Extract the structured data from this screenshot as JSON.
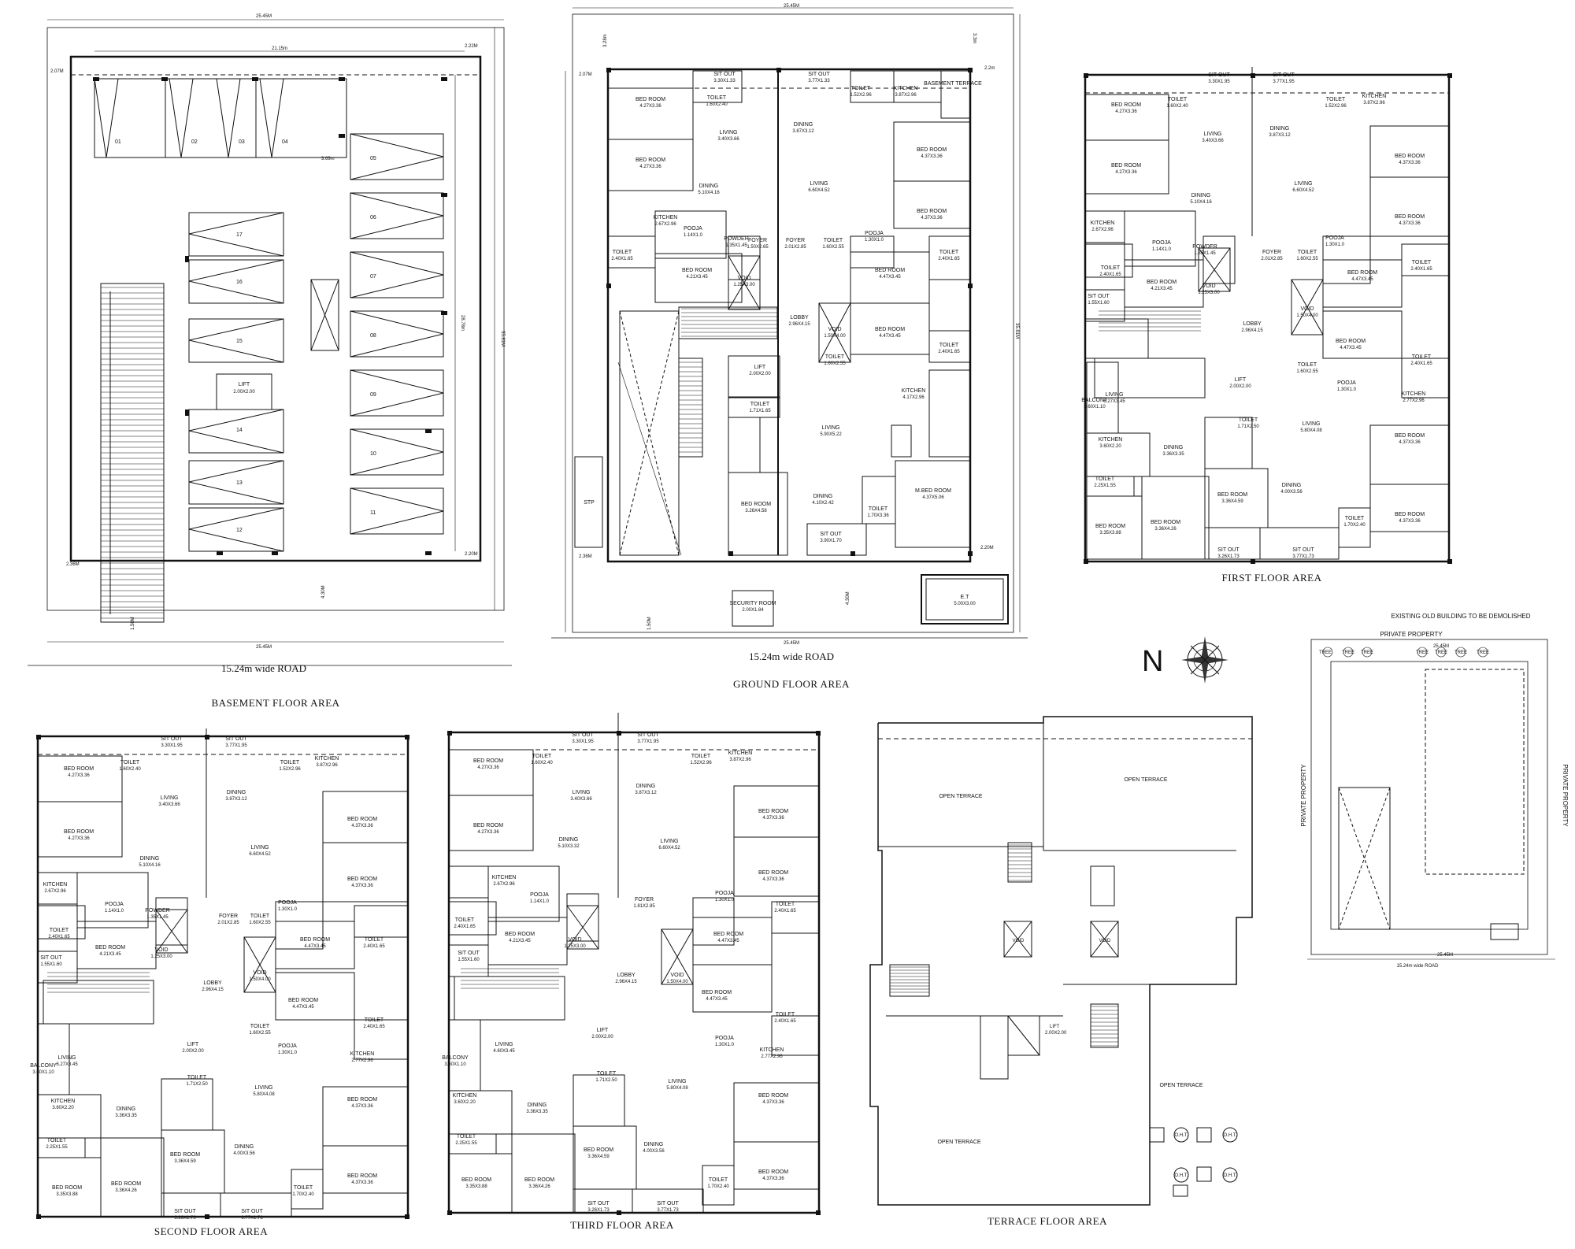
{
  "north_label": "N",
  "titles": {
    "basement": "BASEMENT FLOOR AREA",
    "ground": "GROUND FLOOR AREA",
    "first": "FIRST FLOOR AREA",
    "second": "SECOND FLOOR AREA",
    "third": "THIRD FLOOR AREA",
    "terrace": "TERRACE FLOOR AREA"
  },
  "roads": {
    "basement": "15.24m wide ROAD",
    "ground": "15.24m wide ROAD",
    "site": "15.24m wide ROAD"
  },
  "site_plan": {
    "note": "EXISTING OLD BUILDING TO BE DEMOLISHED",
    "top": "PRIVATE PROPERTY",
    "left": "PRIVATE PROPERTY",
    "right": "PRIVATE PROPERTY",
    "dim_top": "25.45M",
    "dim_bottom": "25.45M",
    "trees": [
      "TREE",
      "TREE",
      "TREE",
      "TREE",
      "TREE",
      "TREE",
      "TREE"
    ]
  },
  "basement": {
    "dims": [
      "25.45M",
      "21.15m",
      "2.07M",
      "2.22M",
      "35.81M",
      "28.78m",
      "2.36M",
      "2.20M",
      "4.30M",
      "25.45M",
      "3.69m",
      "1.50M"
    ],
    "parking_slots": [
      "01",
      "02",
      "03",
      "04",
      "05",
      "06",
      "07",
      "08",
      "09",
      "10",
      "11",
      "12",
      "13",
      "14",
      "15",
      "16",
      "17"
    ],
    "lift": "LIFT",
    "lift_size": "2.00X2.00"
  },
  "ground": {
    "dims": [
      "25.45M",
      "3.28m",
      "3.3m",
      "2.07M",
      "2.2m",
      "35.81M",
      "2.36M",
      "2.20M",
      "4.30M",
      "1.50M",
      "25.45M"
    ],
    "rooms": [
      {
        "name": "SIT OUT",
        "size": "3.30X1.33"
      },
      {
        "name": "SIT OUT",
        "size": "3.77X1.33"
      },
      {
        "name": "BED ROOM",
        "size": "4.27X3.36"
      },
      {
        "name": "TOILET",
        "size": "1.60X2.40"
      },
      {
        "name": "LIVING",
        "size": "3.40X3.66"
      },
      {
        "name": "DINING",
        "size": "3.87X3.12"
      },
      {
        "name": "TOILET",
        "size": "1.52X2.96"
      },
      {
        "name": "KITCHEN",
        "size": "3.87X2.96"
      },
      {
        "name": "BASEMENT TERRACE",
        "size": ""
      },
      {
        "name": "BED ROOM",
        "size": "4.27X3.36"
      },
      {
        "name": "DINING",
        "size": "5.10X4.16"
      },
      {
        "name": "LIVING",
        "size": "6.60X4.52"
      },
      {
        "name": "BED ROOM",
        "size": "4.37X3.36"
      },
      {
        "name": "BED ROOM",
        "size": "4.37X3.36"
      },
      {
        "name": "KITCHEN",
        "size": "2.67X2.96"
      },
      {
        "name": "POOJA",
        "size": "1.14X1.0"
      },
      {
        "name": "POWDER",
        "size": "1.35X1.45"
      },
      {
        "name": "FOYER",
        "size": "1.50X2.65"
      },
      {
        "name": "FOYER",
        "size": "2.01X2.85"
      },
      {
        "name": "TOILET",
        "size": "1.60X2.55"
      },
      {
        "name": "POOJA",
        "size": "1.30X1.0"
      },
      {
        "name": "TOILET",
        "size": "2.40X1.65"
      },
      {
        "name": "TOILET",
        "size": "2.40X1.65"
      },
      {
        "name": "BED ROOM",
        "size": "4.21X3.45"
      },
      {
        "name": "VOID",
        "size": "1.25X3.00"
      },
      {
        "name": "BED ROOM",
        "size": "4.47X3.45"
      },
      {
        "name": "LOBBY",
        "size": "2.96X4.15"
      },
      {
        "name": "VOID",
        "size": "1.50X4.00"
      },
      {
        "name": "BED ROOM",
        "size": "4.47X3.45"
      },
      {
        "name": "TOILET",
        "size": "2.40X1.65"
      },
      {
        "name": "TOILET",
        "size": "1.60X2.55"
      },
      {
        "name": "LIFT",
        "size": "2.00X2.00"
      },
      {
        "name": "TOILET",
        "size": "1.71X1.65"
      },
      {
        "name": "KITCHEN",
        "size": "4.17X2.96"
      },
      {
        "name": "LIVING",
        "size": "5.90X5.22"
      },
      {
        "name": "DINING",
        "size": "4.10X2.42"
      },
      {
        "name": "BED ROOM",
        "size": "3.26X4.58"
      },
      {
        "name": "TOILET",
        "size": "1.70X3.36"
      },
      {
        "name": "M.BED ROOM",
        "size": "4.37X5.06"
      },
      {
        "name": "SIT OUT",
        "size": "3.90X1.70"
      },
      {
        "name": "STP",
        "size": ""
      },
      {
        "name": "SECURITY ROOM",
        "size": "2.00X1.84"
      },
      {
        "name": "E.T",
        "size": "5.00X3.00"
      }
    ]
  },
  "first": {
    "rooms": [
      {
        "name": "SIT OUT",
        "size": "3.30X1.95"
      },
      {
        "name": "SIT OUT",
        "size": "3.77X1.95"
      },
      {
        "name": "BED ROOM",
        "size": "4.27X3.36"
      },
      {
        "name": "TOILET",
        "size": "1.60X2.40"
      },
      {
        "name": "TOILET",
        "size": "1.52X2.96"
      },
      {
        "name": "KITCHEN",
        "size": "3.87X2.96"
      },
      {
        "name": "LIVING",
        "size": "3.40X3.66"
      },
      {
        "name": "DINING",
        "size": "3.87X3.12"
      },
      {
        "name": "BED ROOM",
        "size": "4.27X3.36"
      },
      {
        "name": "LIVING",
        "size": "6.60X4.52"
      },
      {
        "name": "BED ROOM",
        "size": "4.37X3.36"
      },
      {
        "name": "DINING",
        "size": "5.10X4.16"
      },
      {
        "name": "BED ROOM",
        "size": "4.37X3.36"
      },
      {
        "name": "KITCHEN",
        "size": "2.67X2.96"
      },
      {
        "name": "POOJA",
        "size": "1.14X1.0"
      },
      {
        "name": "POWDER",
        "size": "1.35X1.45"
      },
      {
        "name": "FOYER",
        "size": "2.01X2.85"
      },
      {
        "name": "TOILET",
        "size": "1.60X2.55"
      },
      {
        "name": "POOJA",
        "size": "1.30X1.0"
      },
      {
        "name": "TOILET",
        "size": "2.40X1.65"
      },
      {
        "name": "TOILET",
        "size": "2.40X1.65"
      },
      {
        "name": "BED ROOM",
        "size": "4.21X3.45"
      },
      {
        "name": "VOID",
        "size": "1.25X3.00"
      },
      {
        "name": "BED ROOM",
        "size": "4.47X3.45"
      },
      {
        "name": "SIT OUT",
        "size": "1.55X1.60"
      },
      {
        "name": "LOBBY",
        "size": "2.96X4.15"
      },
      {
        "name": "VOID",
        "size": "1.50X4.00"
      },
      {
        "name": "BED ROOM",
        "size": "4.47X3.45"
      },
      {
        "name": "TOILET",
        "size": "1.60X2.55"
      },
      {
        "name": "TOILET",
        "size": "2.40X1.65"
      },
      {
        "name": "LIVING",
        "size": "6.27X3.45"
      },
      {
        "name": "LIFT",
        "size": "2.00X2.00"
      },
      {
        "name": "POOJA",
        "size": "1.30X1.0"
      },
      {
        "name": "KITCHEN",
        "size": "2.77X2.96"
      },
      {
        "name": "BALCONY",
        "size": "3.60X1.10"
      },
      {
        "name": "TOILET",
        "size": "1.71X2.50"
      },
      {
        "name": "KITCHEN",
        "size": "3.60X2.20"
      },
      {
        "name": "DINING",
        "size": "3.36X3.35"
      },
      {
        "name": "LIVING",
        "size": "5.80X4.08"
      },
      {
        "name": "BED ROOM",
        "size": "4.37X3.36"
      },
      {
        "name": "TOILET",
        "size": "2.25X1.55"
      },
      {
        "name": "BED ROOM",
        "size": "3.36X4.59"
      },
      {
        "name": "DINING",
        "size": "4.00X3.56"
      },
      {
        "name": "BED ROOM",
        "size": "3.35X3.88"
      },
      {
        "name": "BED ROOM",
        "size": "3.36X4.26"
      },
      {
        "name": "TOILET",
        "size": "1.70X2.40"
      },
      {
        "name": "BED ROOM",
        "size": "4.37X3.36"
      },
      {
        "name": "SIT OUT",
        "size": "3.26X1.73"
      },
      {
        "name": "SIT OUT",
        "size": "3.77X1.73"
      }
    ]
  },
  "second": {
    "rooms": [
      {
        "name": "SIT OUT",
        "size": "3.30X1.95"
      },
      {
        "name": "SIT OUT",
        "size": "3.77X1.95"
      },
      {
        "name": "BED ROOM",
        "size": "4.27X3.36"
      },
      {
        "name": "TOILET",
        "size": "1.60X2.40"
      },
      {
        "name": "TOILET",
        "size": "1.52X2.96"
      },
      {
        "name": "KITCHEN",
        "size": "3.87X2.96"
      },
      {
        "name": "LIVING",
        "size": "3.40X3.66"
      },
      {
        "name": "DINING",
        "size": "3.87X3.12"
      },
      {
        "name": "BED ROOM",
        "size": "4.27X3.36"
      },
      {
        "name": "LIVING",
        "size": "6.60X4.52"
      },
      {
        "name": "BED ROOM",
        "size": "4.37X3.36"
      },
      {
        "name": "DINING",
        "size": "5.10X4.16"
      },
      {
        "name": "BED ROOM",
        "size": "4.37X3.36"
      },
      {
        "name": "KITCHEN",
        "size": "2.67X2.96"
      },
      {
        "name": "POOJA",
        "size": "1.14X1.0"
      },
      {
        "name": "POWDER",
        "size": "1.35X1.45"
      },
      {
        "name": "FOYER",
        "size": "2.01X2.85"
      },
      {
        "name": "TOILET",
        "size": "1.60X2.55"
      },
      {
        "name": "POOJA",
        "size": "1.30X1.0"
      },
      {
        "name": "TOILET",
        "size": "2.40X1.65"
      },
      {
        "name": "BED ROOM",
        "size": "4.21X3.45"
      },
      {
        "name": "VOID",
        "size": "1.25X3.00"
      },
      {
        "name": "BED ROOM",
        "size": "4.47X3.45"
      },
      {
        "name": "TOILET",
        "size": "2.40X1.65"
      },
      {
        "name": "SIT OUT",
        "size": "1.55X1.60"
      },
      {
        "name": "LOBBY",
        "size": "2.96X4.15"
      },
      {
        "name": "VOID",
        "size": "1.50X4.00"
      },
      {
        "name": "BED ROOM",
        "size": "4.47X3.45"
      },
      {
        "name": "TOILET",
        "size": "1.60X2.55"
      },
      {
        "name": "TOILET",
        "size": "2.40X1.65"
      },
      {
        "name": "LIVING",
        "size": "6.27X3.45"
      },
      {
        "name": "LIFT",
        "size": "2.00X2.00"
      },
      {
        "name": "POOJA",
        "size": "1.30X1.0"
      },
      {
        "name": "KITCHEN",
        "size": "2.77X2.96"
      },
      {
        "name": "BALCONY",
        "size": "3.60X1.10"
      },
      {
        "name": "TOILET",
        "size": "1.71X2.50"
      },
      {
        "name": "KITCHEN",
        "size": "3.60X2.20"
      },
      {
        "name": "DINING",
        "size": "3.36X3.35"
      },
      {
        "name": "LIVING",
        "size": "5.80X4.08"
      },
      {
        "name": "BED ROOM",
        "size": "4.37X3.36"
      },
      {
        "name": "TOILET",
        "size": "2.25X1.55"
      },
      {
        "name": "BED ROOM",
        "size": "3.36X4.59"
      },
      {
        "name": "DINING",
        "size": "4.00X3.56"
      },
      {
        "name": "BED ROOM",
        "size": "3.35X3.88"
      },
      {
        "name": "BED ROOM",
        "size": "3.36X4.26"
      },
      {
        "name": "TOILET",
        "size": "1.70X2.40"
      },
      {
        "name": "BED ROOM",
        "size": "4.37X3.36"
      },
      {
        "name": "SIT OUT",
        "size": "3.26X1.73"
      },
      {
        "name": "SIT OUT",
        "size": "3.77X1.73"
      }
    ]
  },
  "third": {
    "rooms": [
      {
        "name": "SIT OUT",
        "size": "3.30X1.95"
      },
      {
        "name": "SIT OUT",
        "size": "3.77X1.95"
      },
      {
        "name": "BED ROOM",
        "size": "4.27X3.36"
      },
      {
        "name": "TOILET",
        "size": "1.60X2.40"
      },
      {
        "name": "TOILET",
        "size": "1.52X2.96"
      },
      {
        "name": "KITCHEN",
        "size": "3.87X2.96"
      },
      {
        "name": "LIVING",
        "size": "3.40X3.66"
      },
      {
        "name": "DINING",
        "size": "3.87X3.12"
      },
      {
        "name": "BED ROOM",
        "size": "4.27X3.36"
      },
      {
        "name": "DINING",
        "size": "5.10X3.32"
      },
      {
        "name": "LIVING",
        "size": "6.60X4.52"
      },
      {
        "name": "BED ROOM",
        "size": "4.37X3.36"
      },
      {
        "name": "KITCHEN",
        "size": "2.67X2.96"
      },
      {
        "name": "BED ROOM",
        "size": "4.37X3.36"
      },
      {
        "name": "POOJA",
        "size": "1.14X1.0"
      },
      {
        "name": "FOYER",
        "size": "1.81X2.85"
      },
      {
        "name": "POOJA",
        "size": "1.30X1.0"
      },
      {
        "name": "TOILET",
        "size": "2.40X1.65"
      },
      {
        "name": "TOILET",
        "size": "2.40X1.65"
      },
      {
        "name": "BED ROOM",
        "size": "4.21X3.45"
      },
      {
        "name": "VOID",
        "size": "1.25X3.00"
      },
      {
        "name": "BED ROOM",
        "size": "4.47X3.45"
      },
      {
        "name": "SIT OUT",
        "size": "1.55X1.60"
      },
      {
        "name": "LOBBY",
        "size": "2.96X4.15"
      },
      {
        "name": "VOID",
        "size": "1.50X4.00"
      },
      {
        "name": "BED ROOM",
        "size": "4.47X3.45"
      },
      {
        "name": "TOILET",
        "size": "2.40X1.65"
      },
      {
        "name": "LIVING",
        "size": "4.60X3.45"
      },
      {
        "name": "LIFT",
        "size": "2.00X2.00"
      },
      {
        "name": "POOJA",
        "size": "1.30X1.0"
      },
      {
        "name": "KITCHEN",
        "size": "2.77X2.96"
      },
      {
        "name": "BALCONY",
        "size": "3.60X1.10"
      },
      {
        "name": "TOILET",
        "size": "1.71X2.50"
      },
      {
        "name": "KITCHEN",
        "size": "3.60X2.20"
      },
      {
        "name": "DINING",
        "size": "3.36X3.35"
      },
      {
        "name": "LIVING",
        "size": "5.80X4.08"
      },
      {
        "name": "BED ROOM",
        "size": "4.37X3.36"
      },
      {
        "name": "TOILET",
        "size": "2.25X1.55"
      },
      {
        "name": "BED ROOM",
        "size": "3.36X4.59"
      },
      {
        "name": "DINING",
        "size": "4.00X3.56"
      },
      {
        "name": "BED ROOM",
        "size": "3.35X3.88"
      },
      {
        "name": "BED ROOM",
        "size": "3.36X4.26"
      },
      {
        "name": "TOILET",
        "size": "1.70X2.40"
      },
      {
        "name": "BED ROOM",
        "size": "4.37X3.36"
      },
      {
        "name": "SIT OUT",
        "size": "3.26X1.73"
      },
      {
        "name": "SIT OUT",
        "size": "3.77X1.73"
      }
    ]
  },
  "terrace": {
    "labels": [
      "OPEN TERRACE",
      "OPEN TERRACE",
      "OPEN TERRACE",
      "OPEN TERRACE",
      "VOID",
      "VOID",
      "LIFT",
      "2.00X2.00"
    ],
    "tanks": [
      "O.H.T.",
      "O.H.T.",
      "O.H.T.",
      "O.H.T."
    ]
  }
}
